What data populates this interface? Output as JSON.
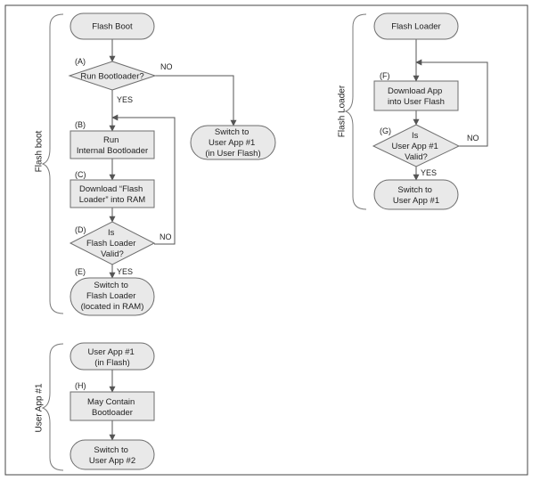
{
  "nodes": {
    "flash_boot": {
      "lines": [
        "Flash Boot"
      ]
    },
    "run_bootloader": {
      "lines": [
        "Run Bootloader?"
      ],
      "tag": "(A)"
    },
    "run_internal": {
      "lines": [
        "Run",
        "Internal Bootloader"
      ],
      "tag": "(B)"
    },
    "download_loader": {
      "lines": [
        "Download “Flash",
        "Loader” into RAM"
      ],
      "tag": "(C)"
    },
    "loader_valid": {
      "lines": [
        "Is",
        "Flash Loader",
        "Valid?"
      ],
      "tag": "(D)"
    },
    "switch_loader": {
      "lines": [
        "Switch to",
        "Flash Loader",
        "(located in RAM)"
      ],
      "tag": "(E)"
    },
    "switch_user_flash": {
      "lines": [
        "Switch to",
        "User App #1",
        "(in User Flash)"
      ]
    },
    "flash_loader": {
      "lines": [
        "Flash Loader"
      ]
    },
    "download_app": {
      "lines": [
        "Download App",
        "into User Flash"
      ],
      "tag": "(F)"
    },
    "app_valid": {
      "lines": [
        "Is",
        "User App #1",
        "Valid?"
      ],
      "tag": "(G)"
    },
    "switch_app1": {
      "lines": [
        "Switch to",
        "User App #1"
      ]
    },
    "user_app1": {
      "lines": [
        "User App #1",
        "(in Flash)"
      ]
    },
    "may_contain": {
      "lines": [
        "May Contain",
        "Bootloader"
      ],
      "tag": "(H)"
    },
    "switch_app2": {
      "lines": [
        "Switch to",
        "User App #2"
      ]
    }
  },
  "edge_labels": {
    "a_no": "NO",
    "a_yes": "YES",
    "d_no": "NO",
    "d_yes": "YES",
    "g_no": "NO",
    "g_yes": "YES"
  },
  "sections": {
    "flash_boot": "Flash boot",
    "flash_loader": "Flash Loader",
    "user_app": "User App #1"
  }
}
